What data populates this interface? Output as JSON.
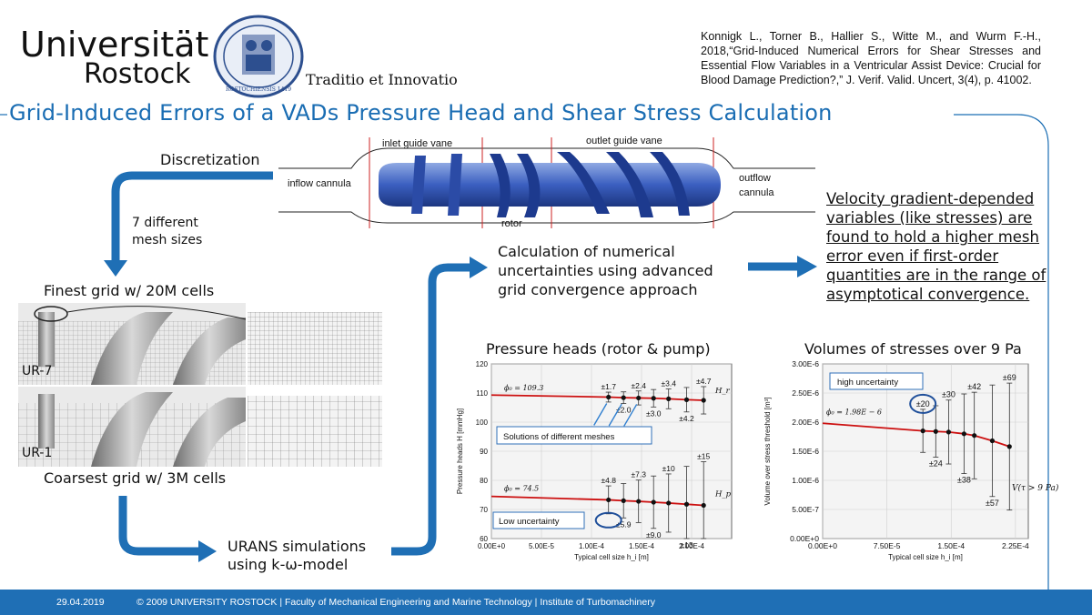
{
  "header": {
    "university_line1": "Universität",
    "university_line2": "Rostock",
    "motto": "Traditio et Innovatio",
    "seal_text": "ROSTOCHIENSIS 1419",
    "citation": "Konnigk L., Torner B., Hallier S., Witte M., and Wurm F.-H., 2018,“Grid-Induced Numerical Errors for Shear Stresses and Essential Flow Variables in a Ventricular Assist Device: Crucial for Blood Damage Prediction?,” J. Verif. Valid. Uncert, 3(4), p. 41002."
  },
  "title": "Grid-Induced Errors of a VADs Pressure Head and Shear Stress Calculation",
  "flow": {
    "discretization": "Discretization",
    "mesh_sizes": [
      "7 different",
      "mesh sizes"
    ],
    "finest_grid": "Finest grid w/ 20M cells",
    "coarsest_grid": "Coarsest grid w/ 3M cells",
    "ur7": "UR-7",
    "ur1": "UR-1",
    "urans_line1": "URANS simulations",
    "urans_line2": "using k-ω-model",
    "calc_lines": [
      "Calculation of numerical",
      "uncertainties using advanced",
      "grid convergence approach"
    ],
    "conclusion": "Velocity gradient-depended variables (like stresses) are found to hold a higher mesh error even if first-order quantities are in the range of asymptotical convergence."
  },
  "device": {
    "inlet_guide_vane": "inlet guide vane",
    "outlet_guide_vane": "outlet guide vane",
    "inflow_cannula": "inflow cannula",
    "rotor": "rotor",
    "outflow_line1": "outflow",
    "outflow_line2": "cannula"
  },
  "colors": {
    "accent": "#1f6fb5",
    "title": "#1a6db3",
    "fit": "#cc1010",
    "arrow": "#1f6fb5"
  },
  "chart_data": [
    {
      "type": "scatter",
      "title": "Pressure heads (rotor & pump)",
      "xlabel": "Typical cell size h_i [m]",
      "ylabel": "Pressure heads H [mmHg]",
      "xlim": [
        0,
        0.00024
      ],
      "ylim": [
        60,
        120
      ],
      "x_ticks": [
        "0.00E+0",
        "5.00E-5",
        "1.00E-4",
        "1.50E-4",
        "2.00E-4"
      ],
      "y_ticks": [
        "60",
        "70",
        "80",
        "90",
        "100",
        "110",
        "120"
      ],
      "grid": true,
      "series": [
        {
          "name": "H_r",
          "phi0_label": "ϕ₀ = 109.3",
          "x": [
            0.000117,
            0.000132,
            0.000147,
            0.000162,
            0.000177,
            0.000195,
            0.000212
          ],
          "y": [
            108.6,
            108.4,
            108.3,
            108.2,
            108.0,
            107.7,
            107.5
          ],
          "err": [
            1.7,
            2.0,
            2.4,
            3.0,
            3.4,
            4.2,
            4.7
          ],
          "err_labels": [
            "±1.7",
            "±2.0",
            "±2.4",
            "±3.0",
            "±3.4",
            "±4.2",
            "±4.7"
          ],
          "fit_start": 109.3
        },
        {
          "name": "H_p",
          "phi0_label": "ϕ₀ = 74.5",
          "x": [
            0.000117,
            0.000132,
            0.000147,
            0.000162,
            0.000177,
            0.000195,
            0.000212
          ],
          "y": [
            73.3,
            73.0,
            72.8,
            72.5,
            72.2,
            71.8,
            71.4
          ],
          "err": [
            4.8,
            5.9,
            7.3,
            9.0,
            10,
            13,
            15
          ],
          "err_labels": [
            "±4.8",
            "±5.9",
            "±7.3",
            "±9.0",
            "±10",
            "±13",
            "±15"
          ],
          "fit_start": 74.5
        }
      ],
      "annotations": [
        "Solutions of different meshes",
        "Low uncertainty"
      ]
    },
    {
      "type": "scatter",
      "title": "Volumes of stresses over 9 Pa",
      "xlabel": "Typical cell size h_i [m]",
      "ylabel": "Volume over stress threshold [m³]",
      "xlim": [
        0,
        0.00024
      ],
      "ylim": [
        0,
        3e-06
      ],
      "x_ticks": [
        "0.00E+0",
        "7.50E-5",
        "1.50E-4",
        "2.25E-4"
      ],
      "y_ticks": [
        "0.00E+0",
        "5.00E-7",
        "1.00E-6",
        "1.50E-6",
        "2.00E-6",
        "2.50E-6",
        "3.00E-6"
      ],
      "grid": true,
      "series": [
        {
          "name": "V(τ > 9 Pa)",
          "phi0_label": "ϕ₀ = 1.98E − 6",
          "x": [
            0.000117,
            0.000132,
            0.000147,
            0.000165,
            0.000177,
            0.000198,
            0.000218
          ],
          "y": [
            1.85e-06,
            1.84e-06,
            1.83e-06,
            1.8e-06,
            1.77e-06,
            1.68e-06,
            1.58e-06
          ],
          "err_pct": [
            20,
            24,
            30,
            38,
            42,
            57,
            69
          ],
          "err_labels": [
            "±20",
            "±24",
            "±30",
            "±38",
            "±42",
            "±57",
            "±69"
          ],
          "fit_start": 1.98e-06
        }
      ],
      "annotations": [
        "high uncertainty"
      ]
    }
  ]
}
